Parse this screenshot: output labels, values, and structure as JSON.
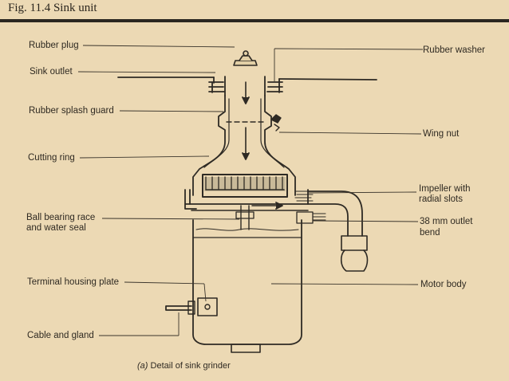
{
  "figure": {
    "title": "Fig. 11.4 Sink unit",
    "caption_prefix": "(a)",
    "caption_text": "Detail of sink grinder"
  },
  "labels": {
    "rubber_plug": "Rubber plug",
    "sink_outlet": "Sink outlet",
    "rubber_splash_guard": "Rubber splash guard",
    "cutting_ring": "Cutting ring",
    "ball_bearing_line1": "Ball bearing race",
    "ball_bearing_line2": "and water seal",
    "terminal_housing_plate": "Terminal housing plate",
    "cable_and_gland": "Cable and gland",
    "rubber_washer": "Rubber washer",
    "wing_nut": "Wing nut",
    "impeller_line1": "Impeller with",
    "impeller_line2": "radial slots",
    "outlet_line1": "38 mm outlet",
    "outlet_line2": "bend",
    "motor_body": "Motor body"
  }
}
